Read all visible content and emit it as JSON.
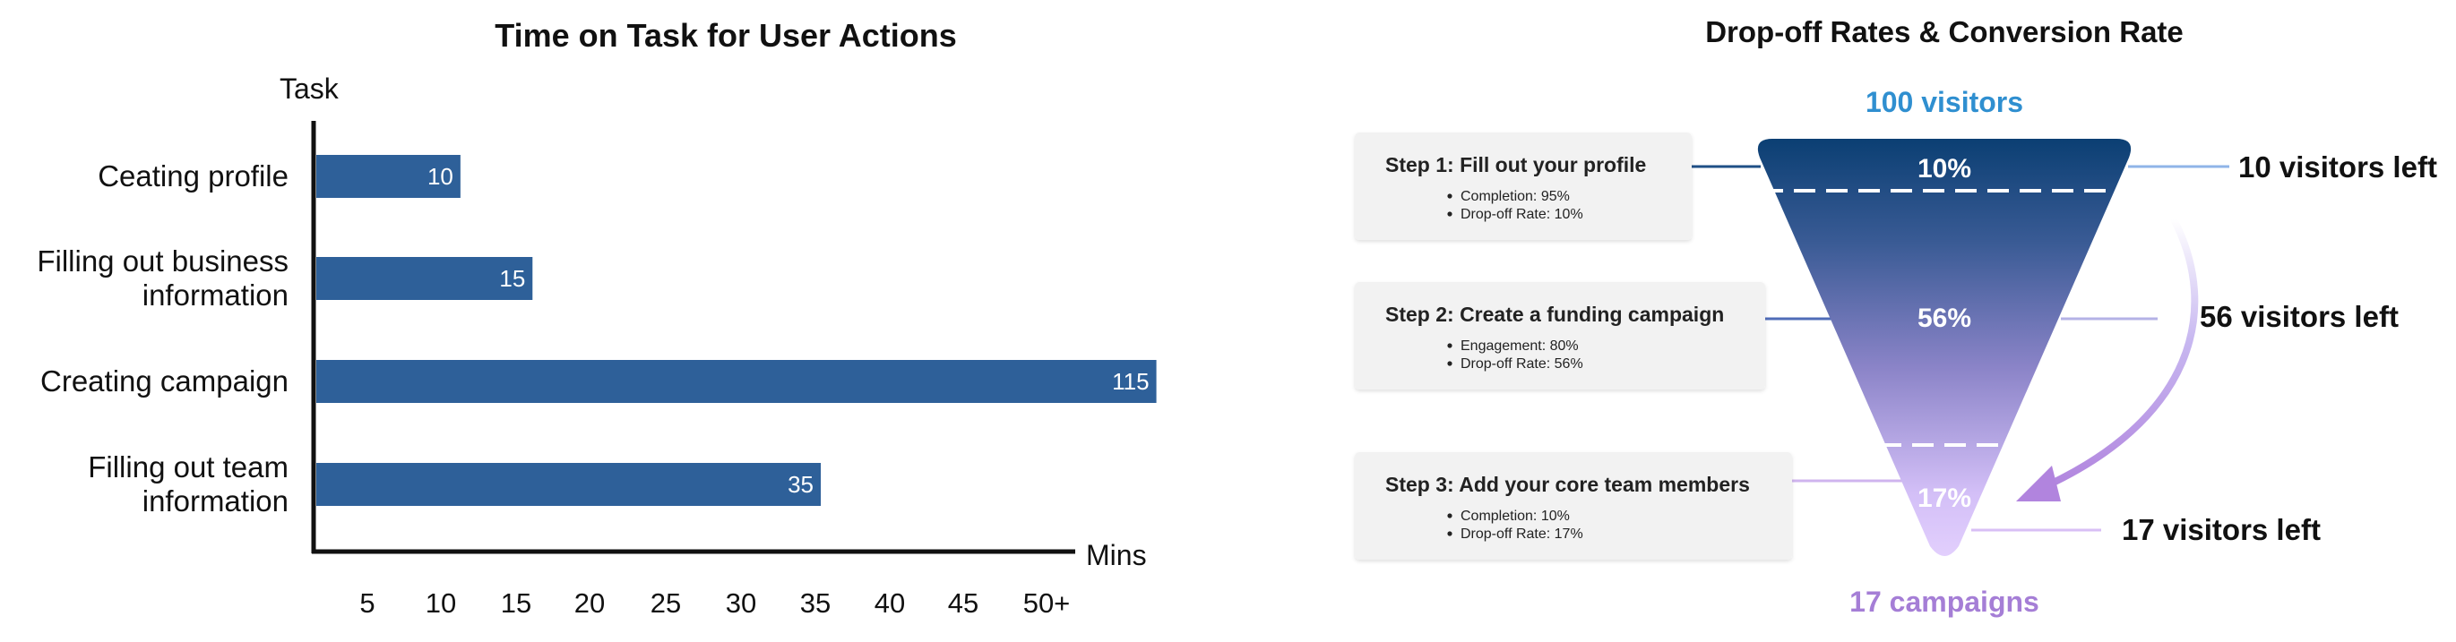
{
  "chart_data": [
    {
      "type": "bar",
      "orientation": "horizontal",
      "title": "Time on Task for User Actions",
      "ylabel": "Task",
      "xlabel": "Mins",
      "categories": [
        "Ceating profile",
        "Filling out business information",
        "Creating campaign",
        "Filling out team information"
      ],
      "category_lines": [
        [
          "Ceating profile"
        ],
        [
          "Filling out business",
          "information"
        ],
        [
          "Creating campaign"
        ],
        [
          "Filling out team",
          "information"
        ]
      ],
      "values": [
        10,
        15,
        115,
        35
      ],
      "data_labels": [
        "10",
        "15",
        "115",
        "35"
      ],
      "x_ticks": [
        "5",
        "10",
        "15",
        "20",
        "25",
        "30",
        "35",
        "40",
        "45",
        "50+"
      ],
      "bar_color": "#2e6099",
      "grid": false,
      "note": "x axis is non-linear; last tick 50+ spans long durations"
    },
    {
      "type": "funnel",
      "title": "Drop-off Rates & Conversion Rate",
      "top_label": "100 visitors",
      "bottom_label": "17 campaigns",
      "stages": [
        {
          "pct": "10%",
          "side_label": "10 visitors left",
          "card": {
            "title": "Step 1: Fill out your profile",
            "bullets": [
              "Completion: 95%",
              "Drop-off Rate: 10%"
            ]
          }
        },
        {
          "pct": "56%",
          "side_label": "56 visitors left",
          "card": {
            "title": "Step 2: Create a funding campaign",
            "bullets": [
              "Engagement: 80%",
              "Drop-off Rate: 56%"
            ]
          }
        },
        {
          "pct": "17%",
          "side_label": "17 visitors left",
          "card": {
            "title": "Step 3: Add your core team members",
            "bullets": [
              "Completion: 10%",
              "Drop-off Rate: 17%"
            ]
          }
        }
      ],
      "colors": {
        "top": "#0b3f73",
        "middle": "#8b84c8",
        "bottom": "#dcc6fb",
        "top_label": "#2f8fd0",
        "bottom_label": "#a57ed6",
        "arrow": "#b48be0"
      }
    }
  ]
}
